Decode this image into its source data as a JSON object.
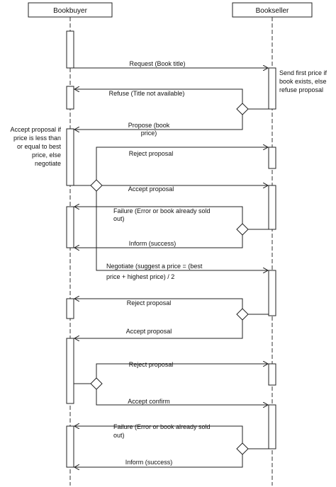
{
  "participants": {
    "buyer": "Bookbuyer",
    "seller": "Bookseller"
  },
  "notes": {
    "seller_note": [
      "Send first price if",
      "book exists, else",
      "refuse proposal"
    ],
    "buyer_note": [
      "Accept proposal if",
      "price is less than",
      "or equal to best",
      "price, else",
      "negotiate"
    ]
  },
  "messages": {
    "request": "Request (Book title)",
    "refuse": "Refuse (Title not available)",
    "propose": [
      "Propose (book",
      "price)"
    ],
    "reject1": "Reject proposal",
    "accept1": "Accept proposal",
    "failure1": [
      "Failure (Error or book already sold",
      "out)"
    ],
    "inform1": "Inform (success)",
    "negotiate": [
      "Negotiate (suggest a price = (best",
      "price + highest price) / 2"
    ],
    "reject2": "Reject proposal",
    "accept2": "Accept proposal",
    "reject3": "Reject proposal",
    "accept_confirm": "Accept confirm",
    "failure2": [
      "Failure (Error or book already sold",
      "out)"
    ],
    "inform2": "Inform (success)"
  }
}
